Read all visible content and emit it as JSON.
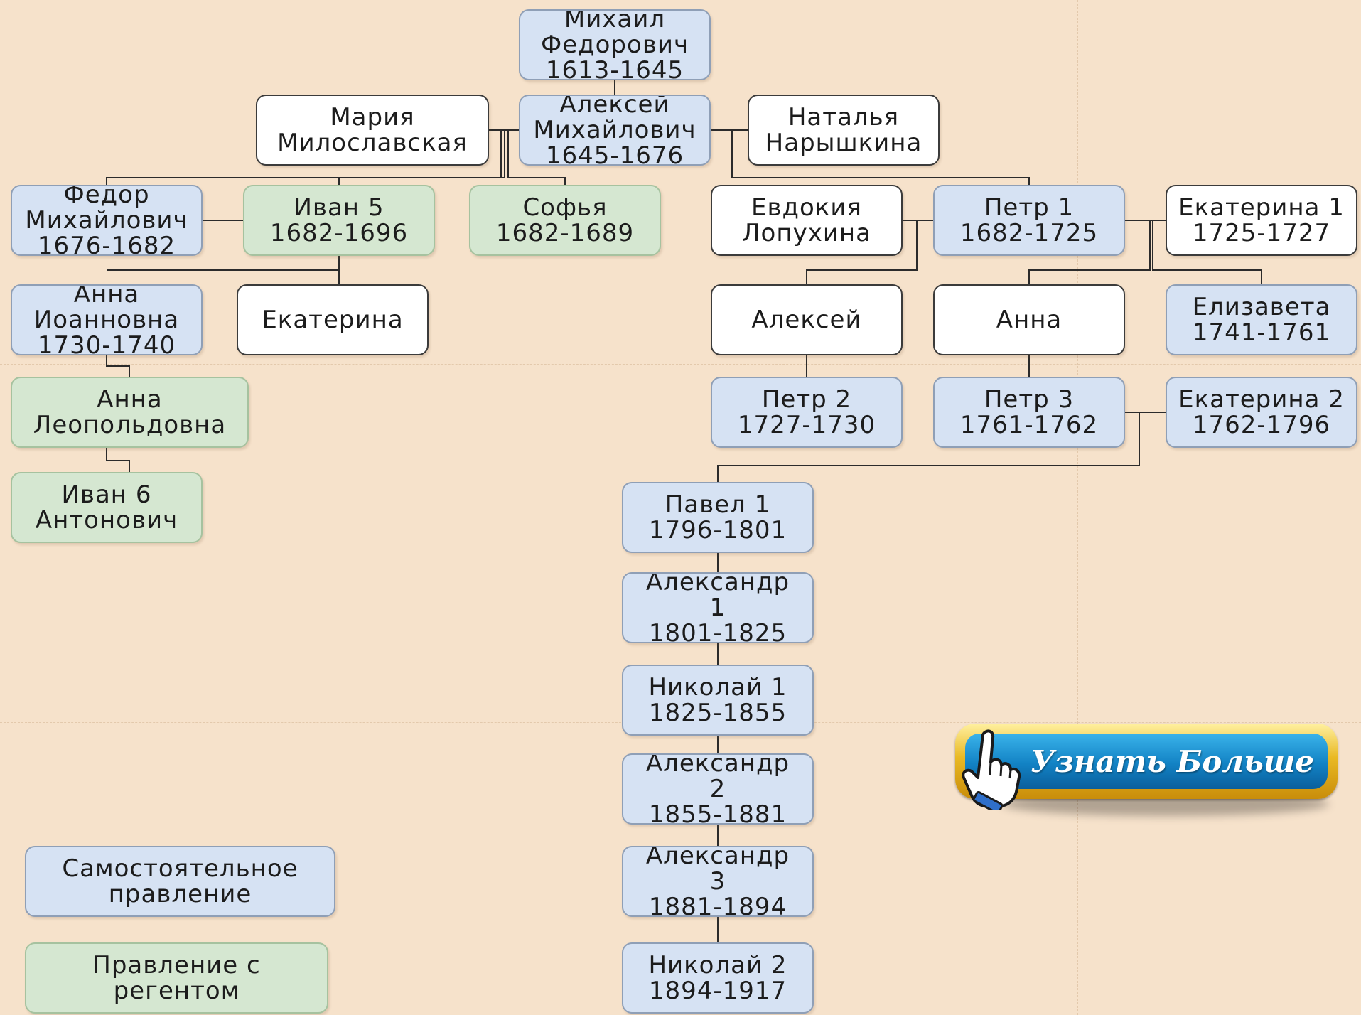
{
  "nodes": [
    {
      "id": "mikhail",
      "label": "Михаил\nФедорович\n1613-1645",
      "kind": "blue"
    },
    {
      "id": "maria",
      "label": "Мария\nМилославская",
      "kind": "white"
    },
    {
      "id": "aleksey-m",
      "label": "Алексей\nМихайлович\n1645-1676",
      "kind": "blue"
    },
    {
      "id": "natalya",
      "label": "Наталья\nНарышкина",
      "kind": "white"
    },
    {
      "id": "fedor",
      "label": "Федор\nМихайлович\n1676-1682",
      "kind": "blue"
    },
    {
      "id": "ivan5",
      "label": "Иван 5\n1682-1696",
      "kind": "green"
    },
    {
      "id": "sofya",
      "label": "Софья\n1682-1689",
      "kind": "green"
    },
    {
      "id": "evdokiya",
      "label": "Евдокия\nЛопухина",
      "kind": "white"
    },
    {
      "id": "petr1",
      "label": "Петр 1\n1682-1725",
      "kind": "blue"
    },
    {
      "id": "ekaterina1",
      "label": "Екатерина 1\n1725-1727",
      "kind": "white"
    },
    {
      "id": "anna-i",
      "label": "Анна\nИоанновна\n1730-1740",
      "kind": "blue"
    },
    {
      "id": "ekaterina",
      "label": "Екатерина",
      "kind": "white"
    },
    {
      "id": "aleksey",
      "label": "Алексей",
      "kind": "white"
    },
    {
      "id": "anna",
      "label": "Анна",
      "kind": "white"
    },
    {
      "id": "elizaveta",
      "label": "Елизавета\n1741-1761",
      "kind": "blue"
    },
    {
      "id": "anna-l",
      "label": "Анна\nЛеопольдовна",
      "kind": "green"
    },
    {
      "id": "petr2",
      "label": "Петр 2\n1727-1730",
      "kind": "blue"
    },
    {
      "id": "petr3",
      "label": "Петр 3\n1761-1762",
      "kind": "blue"
    },
    {
      "id": "ekaterina2",
      "label": "Екатерина 2\n1762-1796",
      "kind": "blue"
    },
    {
      "id": "ivan6",
      "label": "Иван 6\nАнтонович",
      "kind": "green"
    },
    {
      "id": "pavel1",
      "label": "Павел 1\n1796-1801",
      "kind": "blue"
    },
    {
      "id": "aleksandr1",
      "label": "Александр\n1\n1801-1825",
      "kind": "blue"
    },
    {
      "id": "nikolay1",
      "label": "Николай 1\n1825-1855",
      "kind": "blue"
    },
    {
      "id": "aleksandr2",
      "label": "Александр\n2\n1855-1881",
      "kind": "blue"
    },
    {
      "id": "aleksandr3",
      "label": "Александр\n3\n1881-1894",
      "kind": "blue"
    },
    {
      "id": "nikolay2",
      "label": "Николай 2\n1894-1917",
      "kind": "blue"
    },
    {
      "id": "legend-self",
      "label": "Самостоятельное\nправление",
      "kind": "blue"
    },
    {
      "id": "legend-regent",
      "label": "Правление с\nрегентом",
      "kind": "green"
    }
  ],
  "cta": {
    "label": "Узнать Больше",
    "icon": "pointing-hand-icon"
  },
  "colors": {
    "background": "#f6e2cb",
    "self_rule": "#d6e2f3",
    "regent_rule": "#d5e7d1",
    "spouse": "#ffffff",
    "cta_blue": "#1282c4",
    "cta_gold": "#e9b923"
  }
}
